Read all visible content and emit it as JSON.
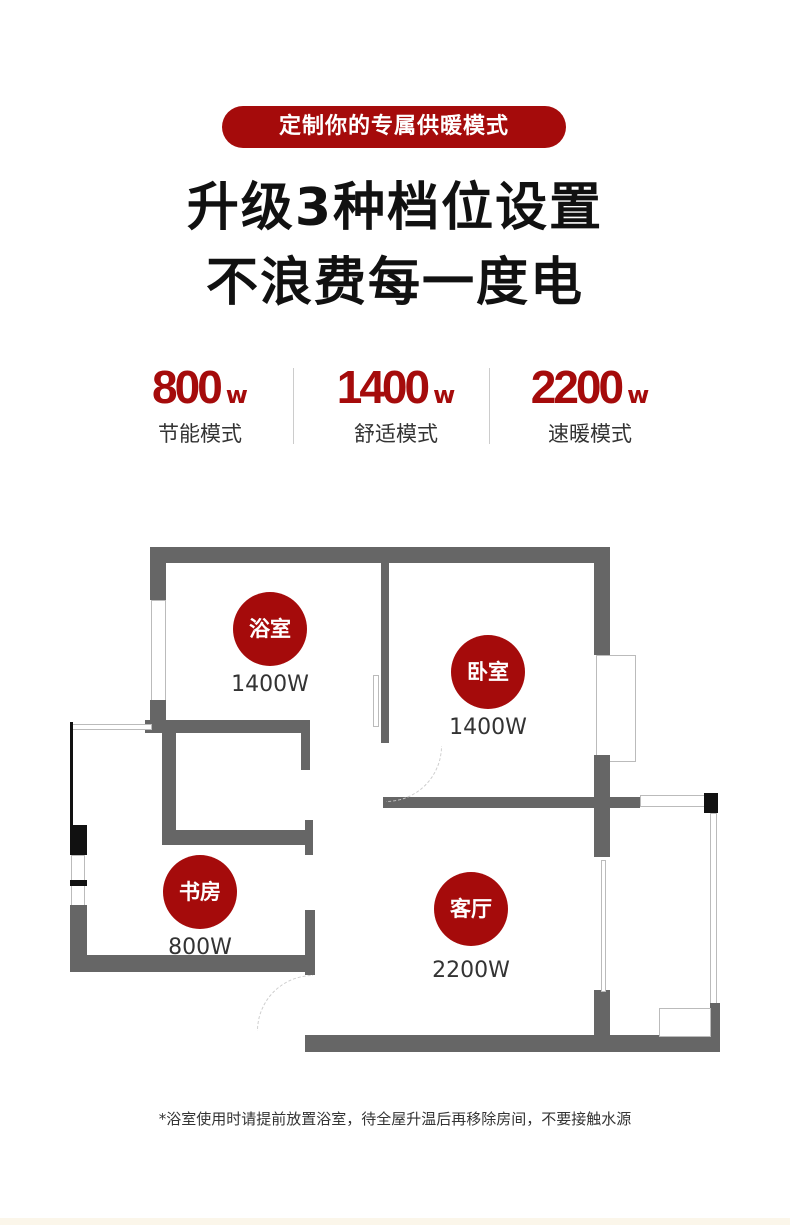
{
  "badge": "定制你的专属供暖模式",
  "headline": [
    "升级3种档位设置",
    "不浪费每一度电"
  ],
  "modes": [
    {
      "value": "800",
      "unit": "w",
      "label": "节能模式"
    },
    {
      "value": "1400",
      "unit": "w",
      "label": "舒适模式"
    },
    {
      "value": "2200",
      "unit": "w",
      "label": "速暖模式"
    }
  ],
  "rooms": [
    {
      "name": "浴室",
      "power": "1400W"
    },
    {
      "name": "卧室",
      "power": "1400W"
    },
    {
      "name": "书房",
      "power": "800W"
    },
    {
      "name": "客厅",
      "power": "2200W"
    }
  ],
  "note": "*浴室使用时请提前放置浴室，待全屋升温后再移除房间，不要接触水源",
  "colors": {
    "accent": "#a50b0b",
    "wall": "#666666"
  }
}
